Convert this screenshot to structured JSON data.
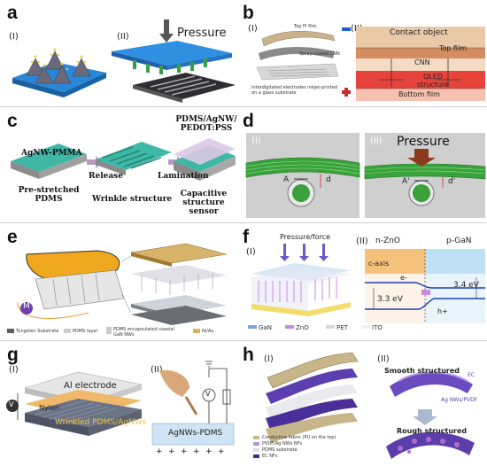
{
  "panels": {
    "a": {
      "label": "a",
      "sub1": "(I)",
      "sub2": "(II)",
      "pressure": "Pressure"
    },
    "b": {
      "label": "b",
      "sub1": "(I)",
      "sub2": "(II)",
      "top_pi": "Top PI film",
      "spray": "Spray-coated CNN",
      "electrodes": "Interdigitated electrodes inkjet-printed on a glass substrate",
      "contact": "Contact object",
      "top_film": "Top film",
      "cnn": "CNN",
      "qled": "QLED structure",
      "bottom": "Bottom film",
      "minus": "−",
      "plus": "+"
    },
    "c": {
      "label": "c",
      "agnw_pmma": "AgNW-PMMA",
      "release": "Release",
      "lamination": "Lamination",
      "pdms_stack": "PDMS/AgNW/ PEDOT:PSS",
      "prestretched": "Pre-stretched PDMS",
      "wrinkle": "Wrinkle structure",
      "capacitive": "Capacitive structure sensor"
    },
    "d": {
      "label": "d",
      "sub1": "(I)",
      "sub2": "(II)",
      "pressure": "Pressure",
      "A": "A",
      "d": "d",
      "A2": "A'",
      "d2": "d'"
    },
    "e": {
      "label": "e",
      "legend": [
        "Tungsten Substrate",
        "PDMS layer",
        "PDMS encapsulated coaxial GaN NWs",
        "Ni/Au"
      ],
      "meter": "M"
    },
    "f": {
      "label": "f",
      "sub1": "(I)",
      "sub2": "(II)",
      "pressure": "Pressure/force",
      "nzno": "n-ZnO",
      "pgan": "p-GaN",
      "caxis": "c-axis",
      "e": "e-",
      "h": "h+",
      "ev1": "3.4 eV",
      "ev2": "3.3 eV",
      "legend": [
        "GaN",
        "ZnO",
        "PET",
        "ITO"
      ]
    },
    "g": {
      "label": "g",
      "sub1": "(I)",
      "sub2": "(II)",
      "al": "Al electrode",
      "nylon": "Nylon",
      "wrinkled": "Wrinkled PDMS/AgNWs",
      "agnws": "AgNWs-PDMS",
      "v": "V"
    },
    "h": {
      "label": "h",
      "sub1": "(I)",
      "sub2": "(II)",
      "smooth": "Smooth structured",
      "rough": "Rough structured",
      "ec": "EC",
      "agpvdf": "Ag NWs/PVDF",
      "legend": [
        "Conductive fabric (PU on the top)",
        "PVDF/Ag NWs NFs",
        "PDMS substrate",
        "EC NFs"
      ]
    }
  },
  "colors": {
    "blue": "#1f6fd6",
    "green": "#2a9d3a",
    "red": "#e84a3a",
    "teal": "#3fb7b0",
    "purple": "#5a3fa6",
    "orange": "#e8a23a"
  }
}
